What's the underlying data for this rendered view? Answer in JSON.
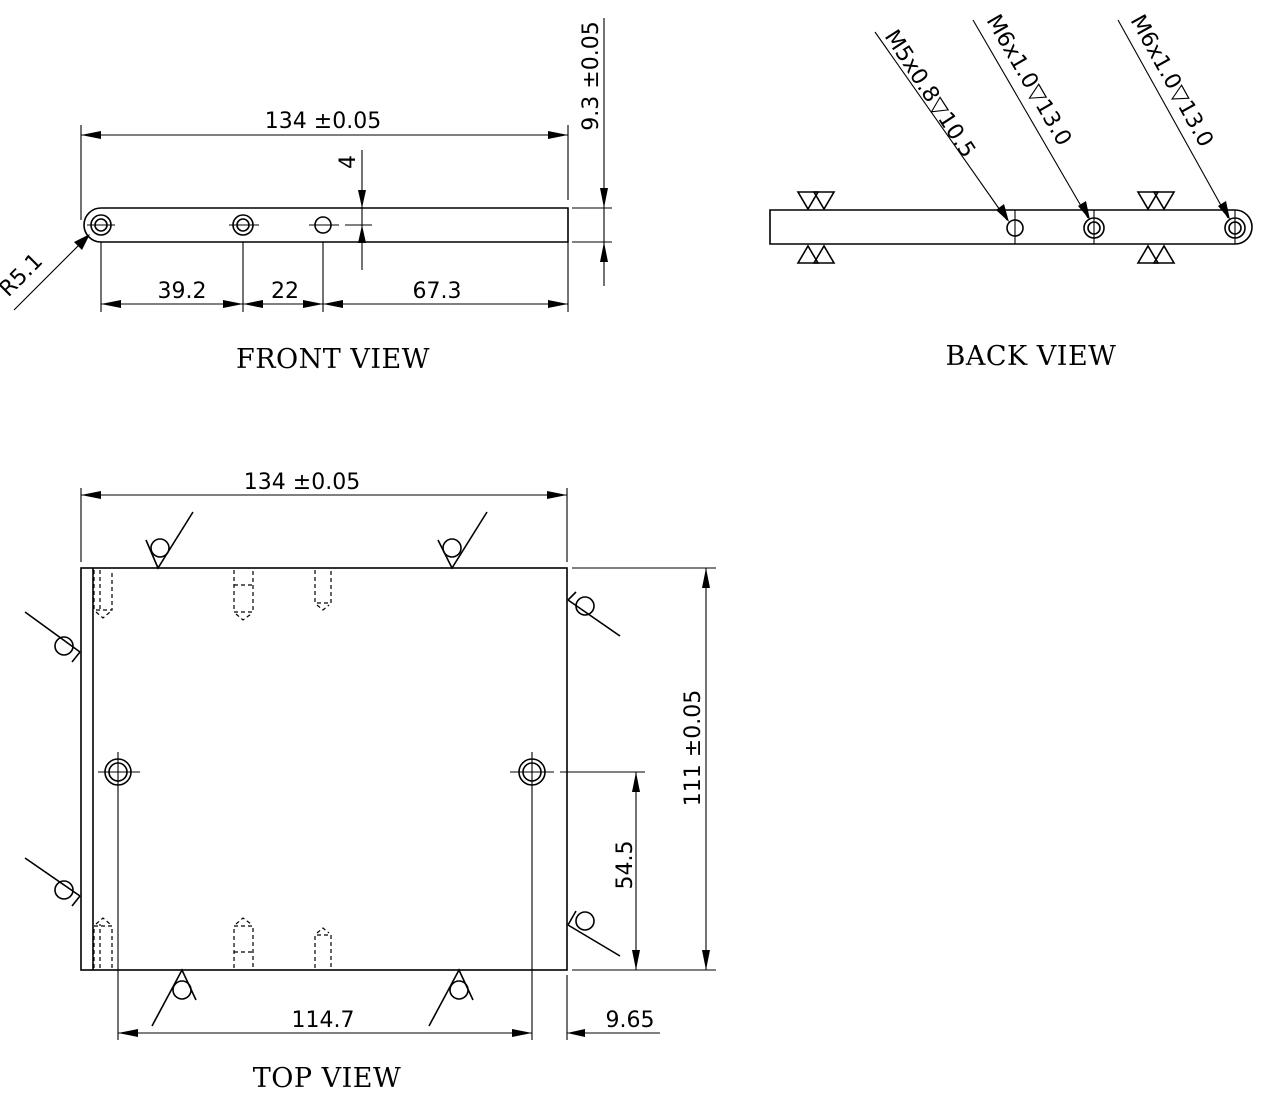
{
  "front_view": {
    "title": "FRONT VIEW",
    "length": "134 ±0.05",
    "thickness": "9.3 ±0.05",
    "hole_offset": "4",
    "radius": "R5.1",
    "spacing": [
      "39.2",
      "22",
      "67.3"
    ]
  },
  "back_view": {
    "title": "BACK VIEW",
    "callouts": [
      "M5x0.8▽10.5",
      "M6x1.0▽13.0",
      "M6x1.0▽13.0"
    ]
  },
  "top_view": {
    "title": "TOP VIEW",
    "width": "134 ±0.05",
    "height": "111 ±0.05",
    "hole_pitch": "114.7",
    "edge_offset": "9.65",
    "hole_height": "54.5"
  }
}
